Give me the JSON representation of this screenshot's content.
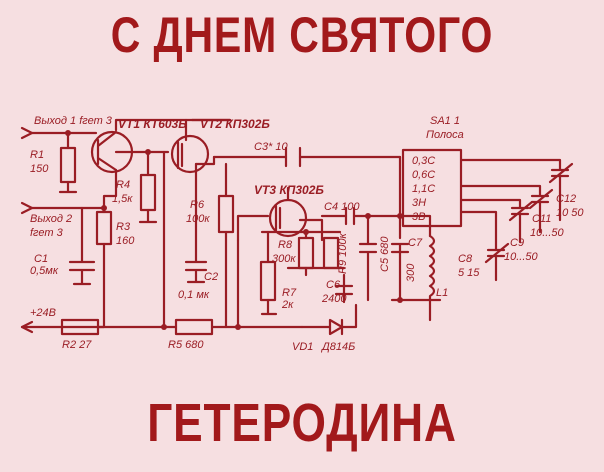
{
  "title_top": "С ДНЕМ СВЯТОГО",
  "title_bottom": "ГЕТЕРОДИНА",
  "colors": {
    "background": "#f6dfe1",
    "ink": "#9a1d24",
    "title": "#a2191b"
  },
  "schematic": {
    "out1": "Выход 1 fгет 3",
    "out2": "Выход 2",
    "out2b": "fгет 3",
    "vt1": "VT1 КТ603Б",
    "vt2": "VT2 КП302Б",
    "vt3": "VT3 КП302Б",
    "c3": "C3* 10",
    "r1": "R1",
    "r1v": "150",
    "r4": "R4",
    "r4v": "1,5к",
    "r3": "R3",
    "r3v": "160",
    "c1": "C1",
    "c1v": "0,5мк",
    "r6": "R6",
    "r6v": "100к",
    "c2": "C2",
    "c2v": "0,1 мк",
    "c4": "C4 100",
    "r8": "R8",
    "r8v": "300к",
    "r9": "R9 100к",
    "c5": "C5 680",
    "c6": "C6",
    "c6v": "2400",
    "r7": "R7",
    "r7v": "2к",
    "c7": "C7",
    "c7v": "300",
    "l1": "L1",
    "vd1": "VD1",
    "vd1v": "Д814Б",
    "plus24": "+24В",
    "r2": "R2 27",
    "r5": "R5 680",
    "sa1": "SA1 1",
    "sa1b": "Полоса",
    "band1": "0,3С",
    "band2": "0,6С",
    "band3": "1,1С",
    "band4": "3Н",
    "band5": "3В",
    "c8": "C8",
    "c8v": "5 15",
    "c9": "C9",
    "c9v": "10...50",
    "c11": "C11",
    "c11v": "10...50",
    "c12": "C12",
    "c12v": "10 50"
  }
}
